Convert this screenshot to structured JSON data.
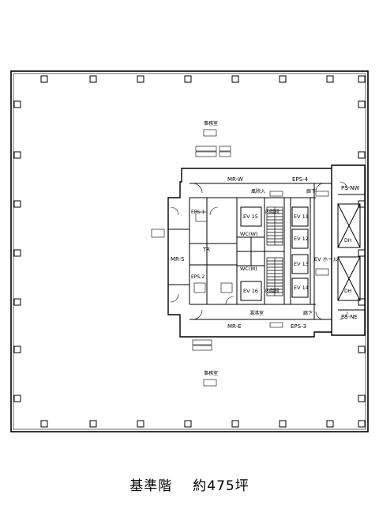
{
  "caption": {
    "floor_label": "基準階",
    "area_label": "約475坪"
  },
  "plan": {
    "rooms": {
      "mr_w": "MR-W",
      "mr_e": "MR-E",
      "mr_s": "MR-S",
      "eps_4": "EPS-4",
      "eps_3": "EPS-3",
      "eps_1": "EPS-1",
      "eps_2": "EPS-2",
      "ps_nw": "PS-NW",
      "ps_ne": "PS-NE",
      "tr": "TR",
      "wc_w": "WC(W)",
      "wc_m": "WC(M)",
      "ev_15": "EV 15",
      "ev_16": "EV 16",
      "ev_11": "EV 11",
      "ev_12": "EV 12",
      "ev_13": "EV 13",
      "ev_14": "EV 14",
      "ev_hall": "EV ホール",
      "corridor_n": "廊下",
      "corridor_s": "廊下",
      "stair_n": "内階段",
      "stair_s": "内階段",
      "machine_room_n": "風除入",
      "machine_room_s": "湯沸室",
      "office_n": "事務室",
      "office_s": "事務室",
      "dh_1": "DH",
      "dh_2": "DH"
    }
  }
}
